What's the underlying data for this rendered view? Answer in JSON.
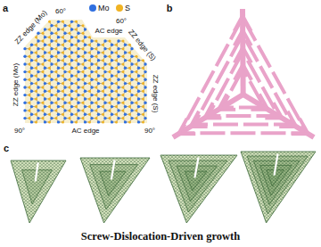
{
  "diagram": {
    "caption": "Screw-Dislocation-Driven growth",
    "labels": [
      "a",
      "60°",
      "ZZ edge (Mo)",
      "AC edge",
      "60°",
      "ZZ edge (S)",
      "ZZ edge (Mo)",
      "ZZ edge (S)",
      "90°",
      "AC edge",
      "90°",
      "b",
      "c"
    ],
    "legend": [
      {
        "text": "Mo",
        "color": "#2f6fe0"
      },
      {
        "text": "S",
        "color": "#f0b323"
      }
    ]
  }
}
